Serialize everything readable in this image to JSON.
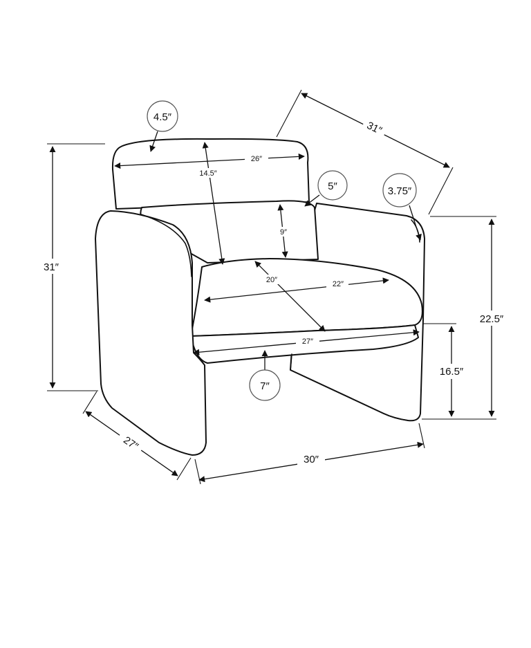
{
  "colors": {
    "line": "#111111",
    "background": "#ffffff",
    "bubble_stroke": "#555555"
  },
  "dimensions": {
    "backrest_depth": "4.5″",
    "back_width": "26″",
    "back_height": "14.5″",
    "overall_depth_top": "31″",
    "pillow_thickness": "5″",
    "arm_width": "3.75″",
    "pillow_height": "9″",
    "overall_height": "31″",
    "seat_depth": "20″",
    "seat_width": "22″",
    "arm_height": "22.5″",
    "front_seat_width": "27″",
    "seat_height": "16.5″",
    "under_clearance": "7″",
    "overall_depth": "27″",
    "overall_width": "30″"
  }
}
